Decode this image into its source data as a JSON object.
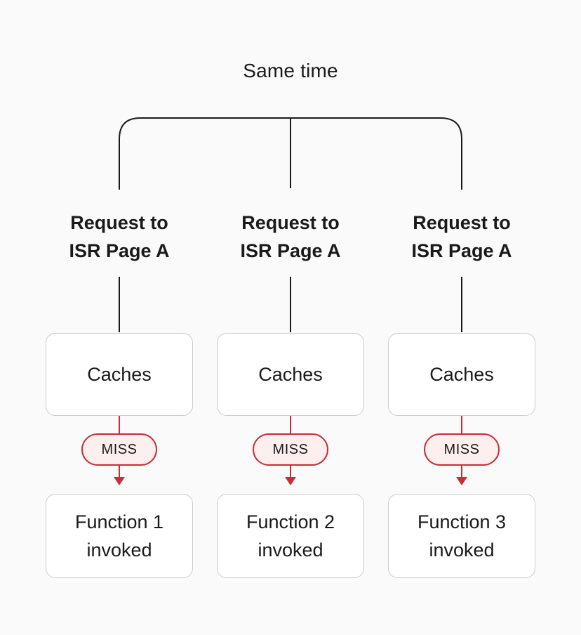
{
  "title": "Same time",
  "colors": {
    "background": "#fafafa",
    "box_fill": "#ffffff",
    "box_border": "#cdcdcd",
    "line": "#1a1a1a",
    "text": "#1a1a1a",
    "accent_red": "#c82d39",
    "miss_fill": "#fcefee"
  },
  "flows": [
    {
      "request_label": "Request to\nISR Page A",
      "cache_label": "Caches",
      "status_label": "MISS",
      "result_label": "Function 1\ninvoked"
    },
    {
      "request_label": "Request to\nISR Page A",
      "cache_label": "Caches",
      "status_label": "MISS",
      "result_label": "Function 2\ninvoked"
    },
    {
      "request_label": "Request to\nISR Page A",
      "cache_label": "Caches",
      "status_label": "MISS",
      "result_label": "Function 3\ninvoked"
    }
  ]
}
